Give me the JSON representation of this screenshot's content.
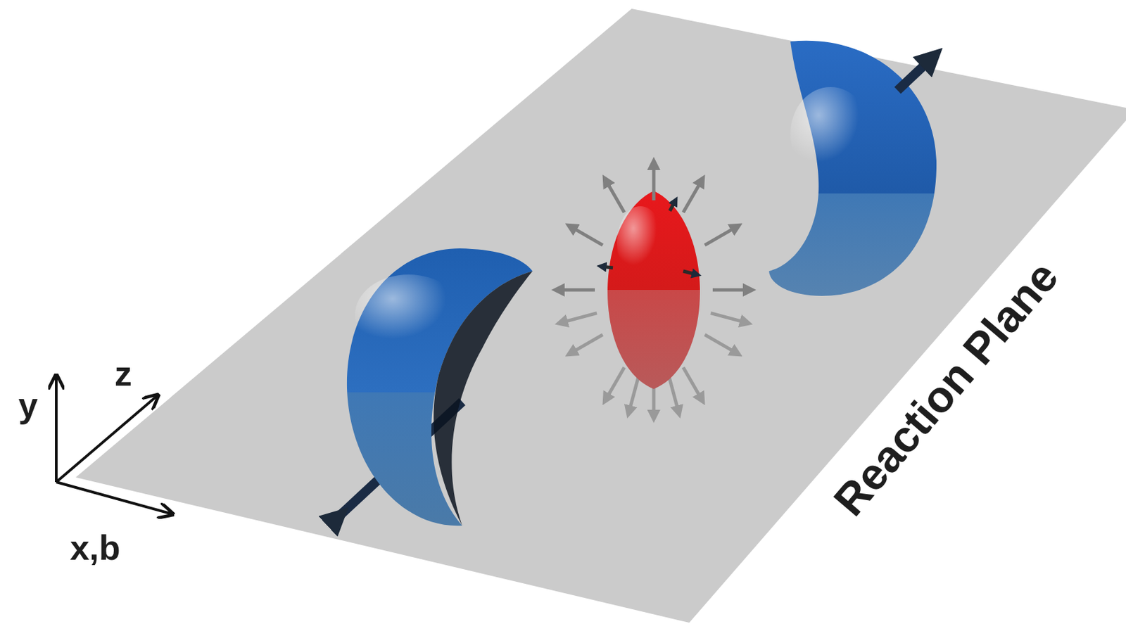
{
  "diagram": {
    "labels": [
      "y",
      "z",
      "x,b",
      "Reaction Plane"
    ]
  }
}
